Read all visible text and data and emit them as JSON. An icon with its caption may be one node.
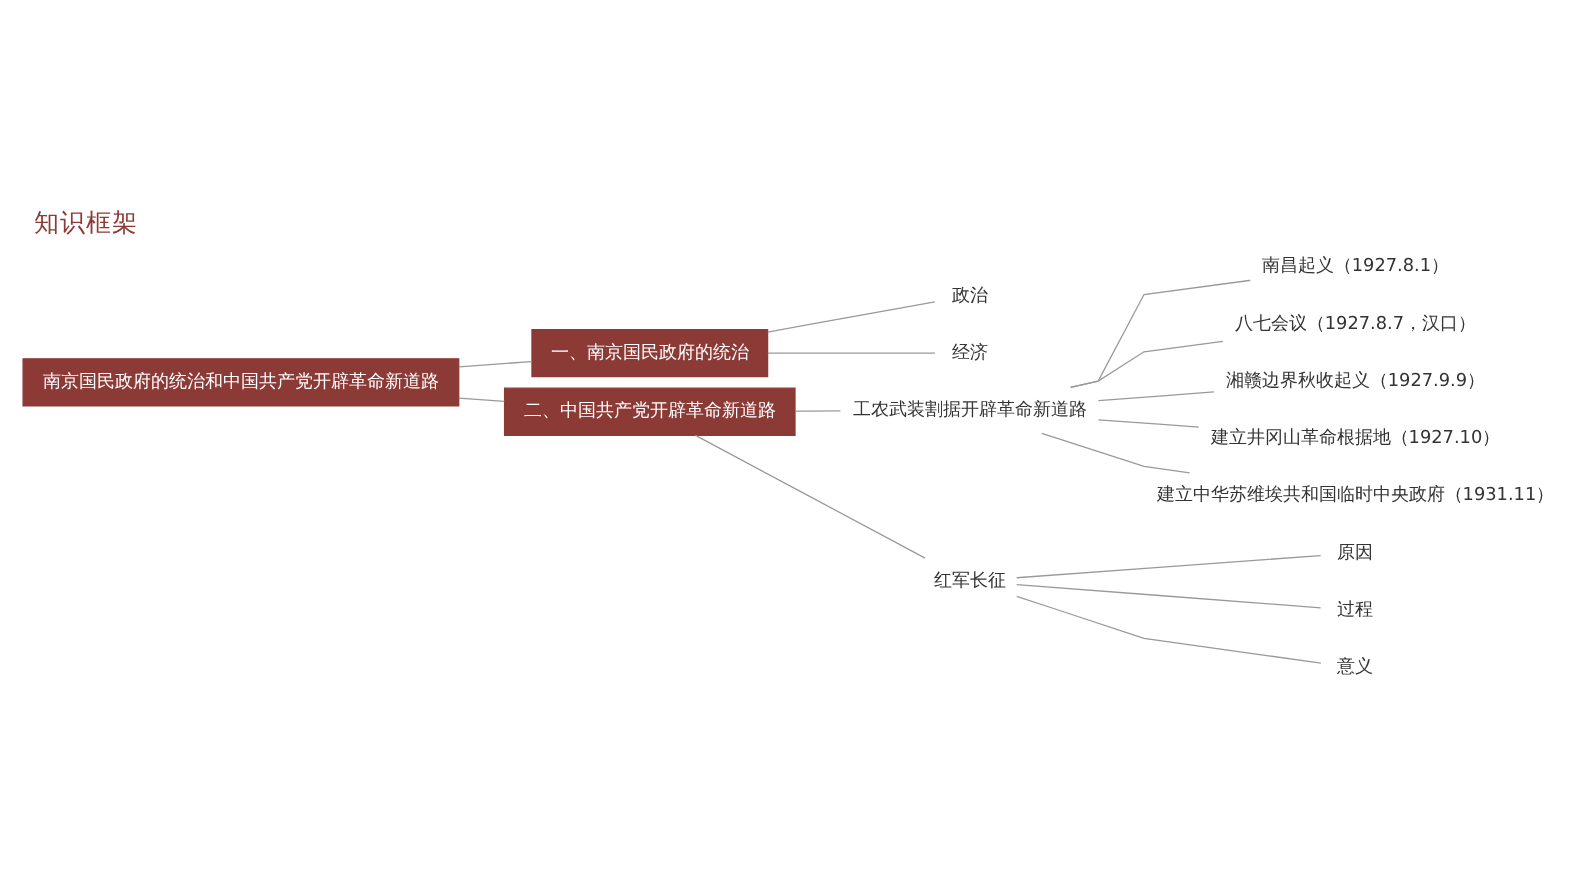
{
  "diagram": {
    "title": "知识框架",
    "nodes": [
      {
        "text": [
          "南京国民政府的统治和中国共产党开辟革命新道路"
        ]
      },
      {
        "text": [
          "一、南京国民政府的统治"
        ]
      },
      {
        "text": [
          "政治"
        ]
      },
      {
        "text": [
          "经济"
        ]
      },
      {
        "text": [
          "二、中国共产党开辟革命新道路"
        ]
      },
      {
        "text": [
          "工农武装割据开辟革命新道路"
        ]
      },
      {
        "text": [
          "南昌起义（1927.8.1）"
        ]
      },
      {
        "text": [
          "八七会议（1927.8.7，汉口）"
        ]
      },
      {
        "text": [
          "湘赣边界秋收起义（1927.9.9）"
        ]
      },
      {
        "text": [
          "建立井冈山革命根据地（1927.10）"
        ]
      },
      {
        "text": [
          "建立中华苏维埃共和国临时中央政府（1931.11）"
        ]
      },
      {
        "text": [
          "红军长征"
        ]
      },
      {
        "text": [
          "原因"
        ]
      },
      {
        "text": [
          "过程"
        ]
      },
      {
        "text": [
          "意义"
        ]
      }
    ],
    "edges": [
      {
        "from": 0,
        "to": 1,
        "arrow": "none"
      },
      {
        "from": 0,
        "to": 4,
        "arrow": "none"
      },
      {
        "from": 1,
        "to": 2,
        "arrow": "none"
      },
      {
        "from": 1,
        "to": 3,
        "arrow": "none"
      },
      {
        "from": 4,
        "to": 5,
        "arrow": "none"
      },
      {
        "from": 4,
        "to": 11,
        "arrow": "none"
      },
      {
        "from": 5,
        "to": 6,
        "arrow": "none"
      },
      {
        "from": 5,
        "to": 7,
        "arrow": "none"
      },
      {
        "from": 5,
        "to": 8,
        "arrow": "none"
      },
      {
        "from": 5,
        "to": 9,
        "arrow": "none"
      },
      {
        "from": 5,
        "to": 10,
        "arrow": "none"
      },
      {
        "from": 11,
        "to": 12,
        "arrow": "none"
      },
      {
        "from": 11,
        "to": 13,
        "arrow": "none"
      },
      {
        "from": 11,
        "to": 14,
        "arrow": "none"
      }
    ]
  }
}
